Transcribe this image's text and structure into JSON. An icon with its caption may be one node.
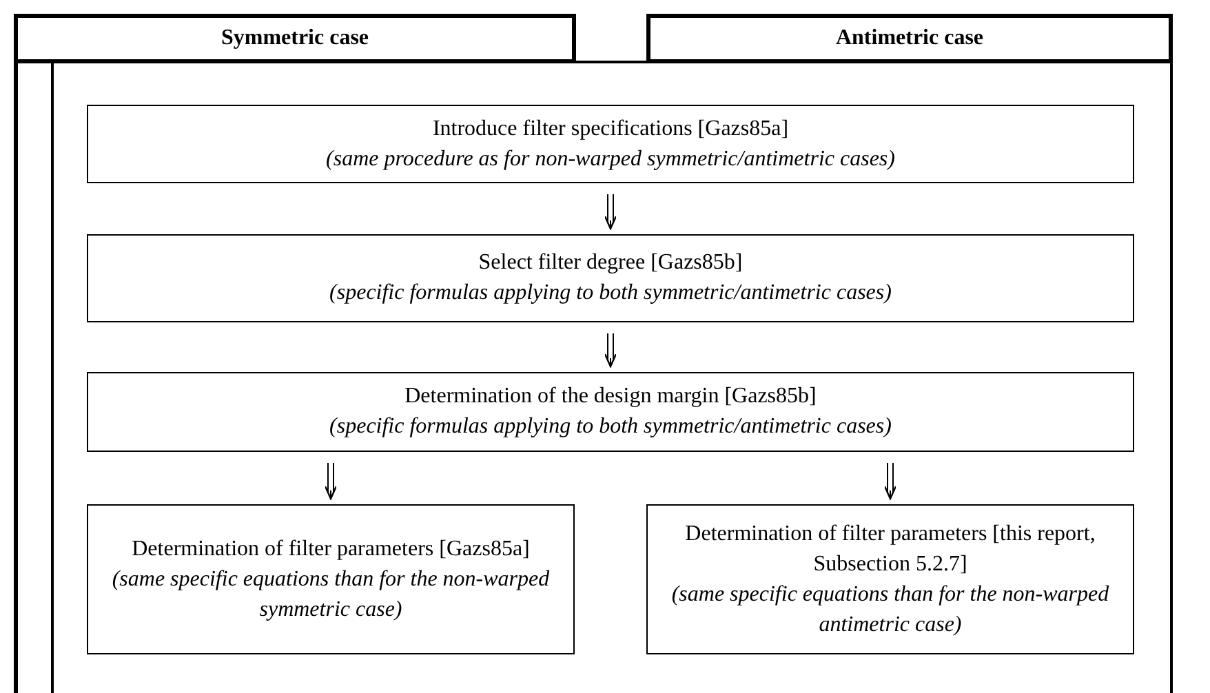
{
  "diagram": {
    "nodes": [
      {
        "text": [
          "Symmetric case"
        ]
      },
      {
        "text": [
          "Antimetric case"
        ]
      },
      {
        "text": [],
        "shape": "box"
      },
      {
        "text": [
          "Introduce filter specifications [Gazs85a]",
          "(same procedure as for non-warped symmetric/antimetric cases)"
        ],
        "in": 2
      },
      {
        "text": [
          "Select filter degree [Gazs85b]",
          "(specific formulas applying to both symmetric/antimetric cases)"
        ],
        "in": 2
      },
      {
        "text": [
          "Determination of the design margin [Gazs85b]",
          "(specific formulas applying to both symmetric/antimetric cases)"
        ],
        "in": 2
      },
      {
        "text": [
          "Determination of filter parameters [Gazs85a]",
          "(same specific equations than for the non-warped symmetric case)"
        ],
        "in": 2
      },
      {
        "text": [
          "Determination of filter parameters [this report, Subsection 5.2.7]",
          "(same specific equations than for the non-warped antimetric case)"
        ],
        "in": 2
      }
    ],
    "edges": [
      {
        "from": 3,
        "to": 4,
        "arrow": "to"
      },
      {
        "from": 4,
        "to": 5,
        "arrow": "to"
      },
      {
        "from": 5,
        "to": 6,
        "arrow": "to"
      },
      {
        "from": 5,
        "to": 7,
        "arrow": "to"
      }
    ]
  }
}
